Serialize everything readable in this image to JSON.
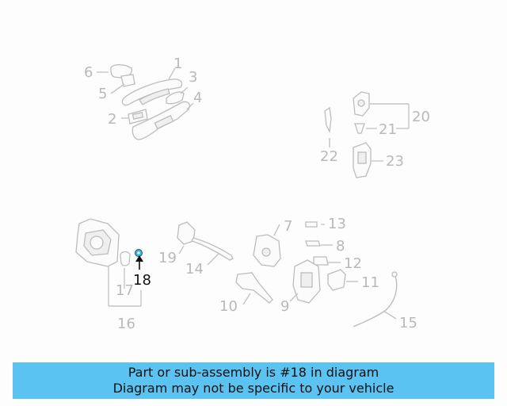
{
  "diagram": {
    "callouts": [
      {
        "id": "1",
        "label": "1"
      },
      {
        "id": "2",
        "label": "2"
      },
      {
        "id": "3",
        "label": "3"
      },
      {
        "id": "4",
        "label": "4"
      },
      {
        "id": "5",
        "label": "5"
      },
      {
        "id": "6",
        "label": "6"
      },
      {
        "id": "7",
        "label": "7"
      },
      {
        "id": "8",
        "label": "8"
      },
      {
        "id": "9",
        "label": "9"
      },
      {
        "id": "10",
        "label": "10"
      },
      {
        "id": "11",
        "label": "11"
      },
      {
        "id": "12",
        "label": "12"
      },
      {
        "id": "13",
        "label": "13"
      },
      {
        "id": "14",
        "label": "14"
      },
      {
        "id": "15",
        "label": "15"
      },
      {
        "id": "16",
        "label": "16"
      },
      {
        "id": "17",
        "label": "17"
      },
      {
        "id": "18",
        "label": "18",
        "highlighted": true
      },
      {
        "id": "19",
        "label": "19"
      },
      {
        "id": "20",
        "label": "20"
      },
      {
        "id": "21",
        "label": "21"
      },
      {
        "id": "22",
        "label": "22"
      },
      {
        "id": "23",
        "label": "23"
      }
    ],
    "highlight_color": "#40b7d9"
  },
  "banner": {
    "line1": "Part or sub-assembly is #18 in diagram",
    "line2": "Diagram may not be specific to your vehicle",
    "background": "#5bc3f1"
  }
}
